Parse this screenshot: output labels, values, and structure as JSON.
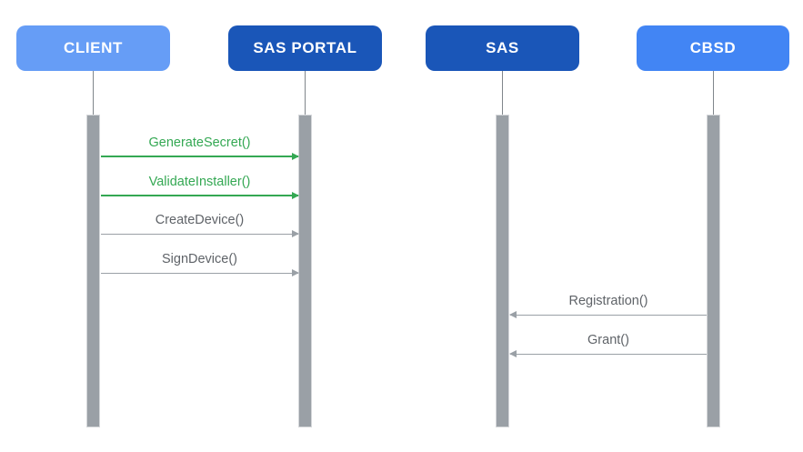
{
  "diagram": {
    "type": "sequence-diagram",
    "actors": [
      {
        "label": "CLIENT",
        "color": "#669DF6"
      },
      {
        "label": "SAS PORTAL",
        "color": "#1A56B8"
      },
      {
        "label": "SAS",
        "color": "#1A56B8"
      },
      {
        "label": "CBSD",
        "color": "#4285F4"
      }
    ],
    "messages": [
      {
        "label": "GenerateSecret()",
        "from": "CLIENT",
        "to": "SAS PORTAL",
        "direction": "right",
        "text_color": "#34A853",
        "line_color": "#34A853"
      },
      {
        "label": "ValidateInstaller()",
        "from": "CLIENT",
        "to": "SAS PORTAL",
        "direction": "right",
        "text_color": "#34A853",
        "line_color": "#34A853"
      },
      {
        "label": "CreateDevice()",
        "from": "CLIENT",
        "to": "SAS PORTAL",
        "direction": "right",
        "text_color": "#5F6368",
        "line_color": "#9AA0A6"
      },
      {
        "label": "SignDevice()",
        "from": "CLIENT",
        "to": "SAS PORTAL",
        "direction": "right",
        "text_color": "#5F6368",
        "line_color": "#9AA0A6"
      },
      {
        "label": "Registration()",
        "from": "CBSD",
        "to": "SAS",
        "direction": "left",
        "text_color": "#5F6368",
        "line_color": "#9AA0A6"
      },
      {
        "label": "Grant()",
        "from": "CBSD",
        "to": "SAS",
        "direction": "left",
        "text_color": "#5F6368",
        "line_color": "#9AA0A6"
      }
    ],
    "colors": {
      "actor_text": "#FFFFFF",
      "activation_bar": "#9AA0A6",
      "activation_bar_border": "#D5D7DA",
      "lifeline_stem": "#80868B",
      "green_accent": "#34A853",
      "gray_line": "#9AA0A6",
      "gray_text": "#5F6368",
      "background": "#FFFFFF"
    }
  }
}
